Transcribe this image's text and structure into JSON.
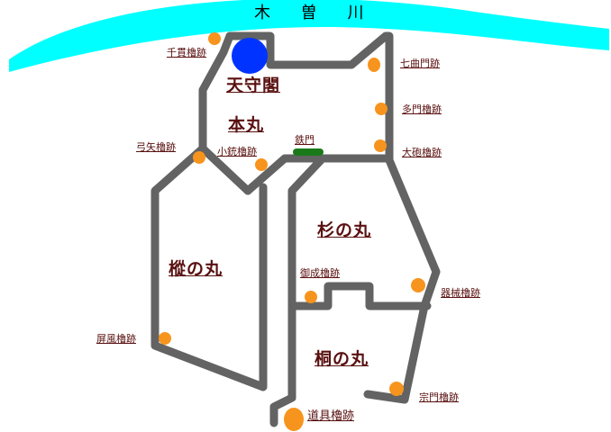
{
  "river": {
    "name": "木 曽 川",
    "color": "#00ffff"
  },
  "colors": {
    "wall": "#636363",
    "ruin": "#f7941d",
    "tenshu": "#0033ff",
    "gate": "#1a7a1a",
    "label": "#5a1010"
  },
  "enclosures": {
    "honmaru": "本丸",
    "tenshukaku": "天守閣",
    "sugi": "杉の丸",
    "shou": "樅の丸",
    "kiri": "桐の丸"
  },
  "sites": {
    "senkan": "千貫櫓跡",
    "shichikyoku": "七曲門跡",
    "tamon": "多門櫓跡",
    "taiho": "大砲櫓跡",
    "yumiya": "弓矢櫓跡",
    "kozutsu": "小銃櫓跡",
    "tetsumon": "鉄門",
    "onari": "御成櫓跡",
    "kikai": "器械櫓跡",
    "byobu": "屏風櫓跡",
    "somon": "宗門櫓跡",
    "dogu": "道具櫓跡"
  }
}
